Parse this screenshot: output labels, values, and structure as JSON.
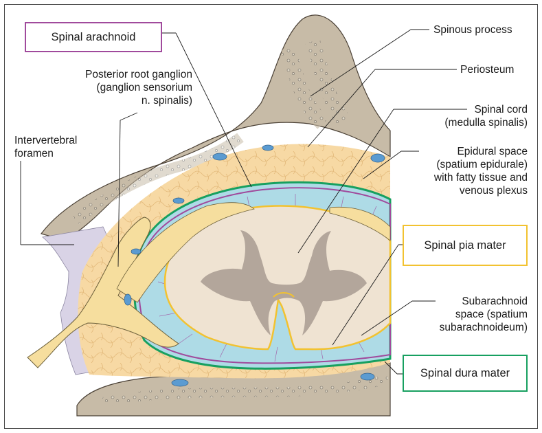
{
  "labels": {
    "spinal_arachnoid": "Spinal arachnoid",
    "posterior_root_ganglion": [
      "Posterior root ganglion",
      "(ganglion sensorium",
      "n. spinalis)"
    ],
    "intervertebral_foramen": [
      "Intervertebral",
      "foramen"
    ],
    "spinous_process": "Spinous process",
    "periosteum": "Periosteum",
    "spinal_cord": [
      "Spinal cord",
      "(medulla spinalis)"
    ],
    "epidural_space": [
      "Epidural space",
      "(spatium epidurale)",
      "with fatty tissue and",
      "venous plexus"
    ],
    "spinal_pia_mater": "Spinal pia mater",
    "subarachnoid_space": [
      "Subarachnoid",
      "space (spatium",
      "subarachnoideum)"
    ],
    "spinal_dura_mater": "Spinal dura mater"
  },
  "colors": {
    "bone": "#c7bba7",
    "fat": "#f7d9a4",
    "csf": "#aedbe6",
    "grey_matter": "#b3a69b",
    "white_matter": "#efe3d2",
    "nerve": "#f6de9e",
    "ligament": "#d9d3e6",
    "vein": "#5b9bd1",
    "dura_line": "#17a060",
    "arachnoid_line": "#a04a9c",
    "pia_line": "#f2c230"
  }
}
